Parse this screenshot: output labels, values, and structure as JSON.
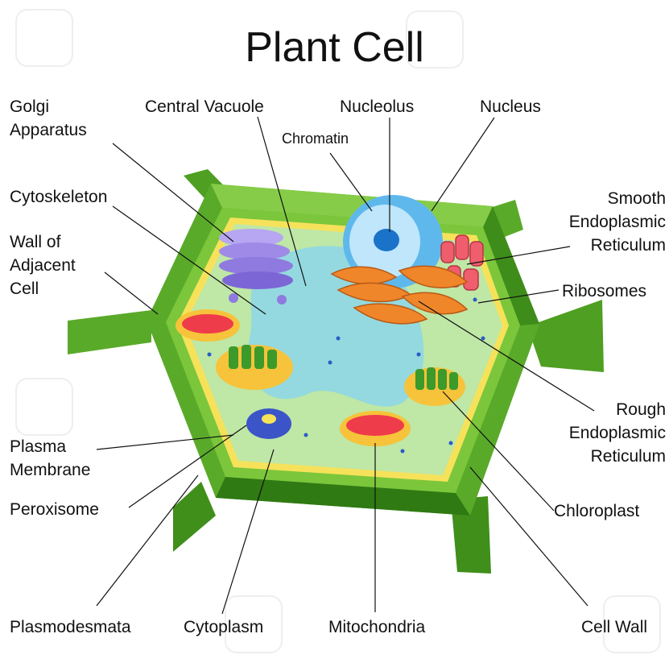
{
  "title": "Plant Cell",
  "labels": {
    "golgi": "Golgi\nApparatus",
    "central_vacuole": "Central Vacuole",
    "nucleolus": "Nucleolus",
    "nucleus": "Nucleus",
    "chromatin": "Chromatin",
    "cytoskeleton": "Cytoskeleton",
    "smooth_er": "Smooth\nEndoplasmic\nReticulum",
    "wall_adjacent": "Wall of\nAdjacent\nCell",
    "ribosomes": "Ribosomes",
    "rough_er": "Rough\nEndoplasmic\nReticulum",
    "plasma_membrane": "Plasma\nMembrane",
    "peroxisome": "Peroxisome",
    "chloroplast": "Chloroplast",
    "plasmodesmata": "Plasmodesmata",
    "cytoplasm": "Cytoplasm",
    "mitochondria": "Mitochondria",
    "cell_wall": "Cell Wall"
  },
  "colors": {
    "wall_light": "#7cc63b",
    "wall_mid": "#56a524",
    "wall_dark": "#2f7a13",
    "membrane": "#f6e25a",
    "cytoplasm": "#bfe7a6",
    "vacuole": "#8fd7e6",
    "nucleus": "#5fb8ec",
    "golgi": "#8f7ae0",
    "rough_er": "#f0862a",
    "smooth_er": "#ef5e6d",
    "mitochondria": "#ef3c4a",
    "chloroplast": "#3c9a2a"
  }
}
